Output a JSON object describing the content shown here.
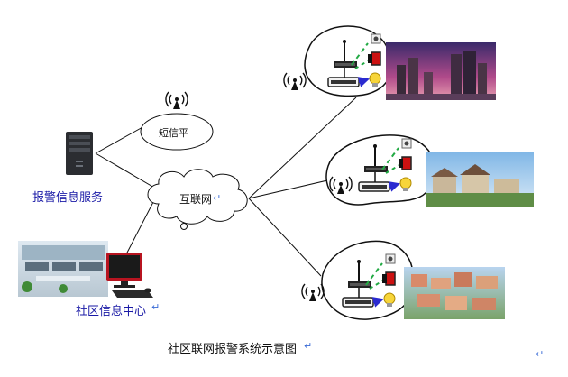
{
  "title": "社区联网报警系统示意图",
  "nodes": {
    "server_label": "报警信息服务",
    "center_label": "社区信息中心",
    "sms_label": "短信平",
    "internet_label": "互联网"
  },
  "marks": {
    "return_mark": "↵"
  },
  "colors": {
    "link": "#000000",
    "label_blue": "#1a1aa6",
    "wireless": "#22aa44",
    "arrow": "#2a2ad0"
  },
  "icons": [
    "server-icon",
    "monitor-icon",
    "antenna-icon",
    "router-icon",
    "camera-icon",
    "detector-icon",
    "bulb-icon",
    "building-photo"
  ]
}
